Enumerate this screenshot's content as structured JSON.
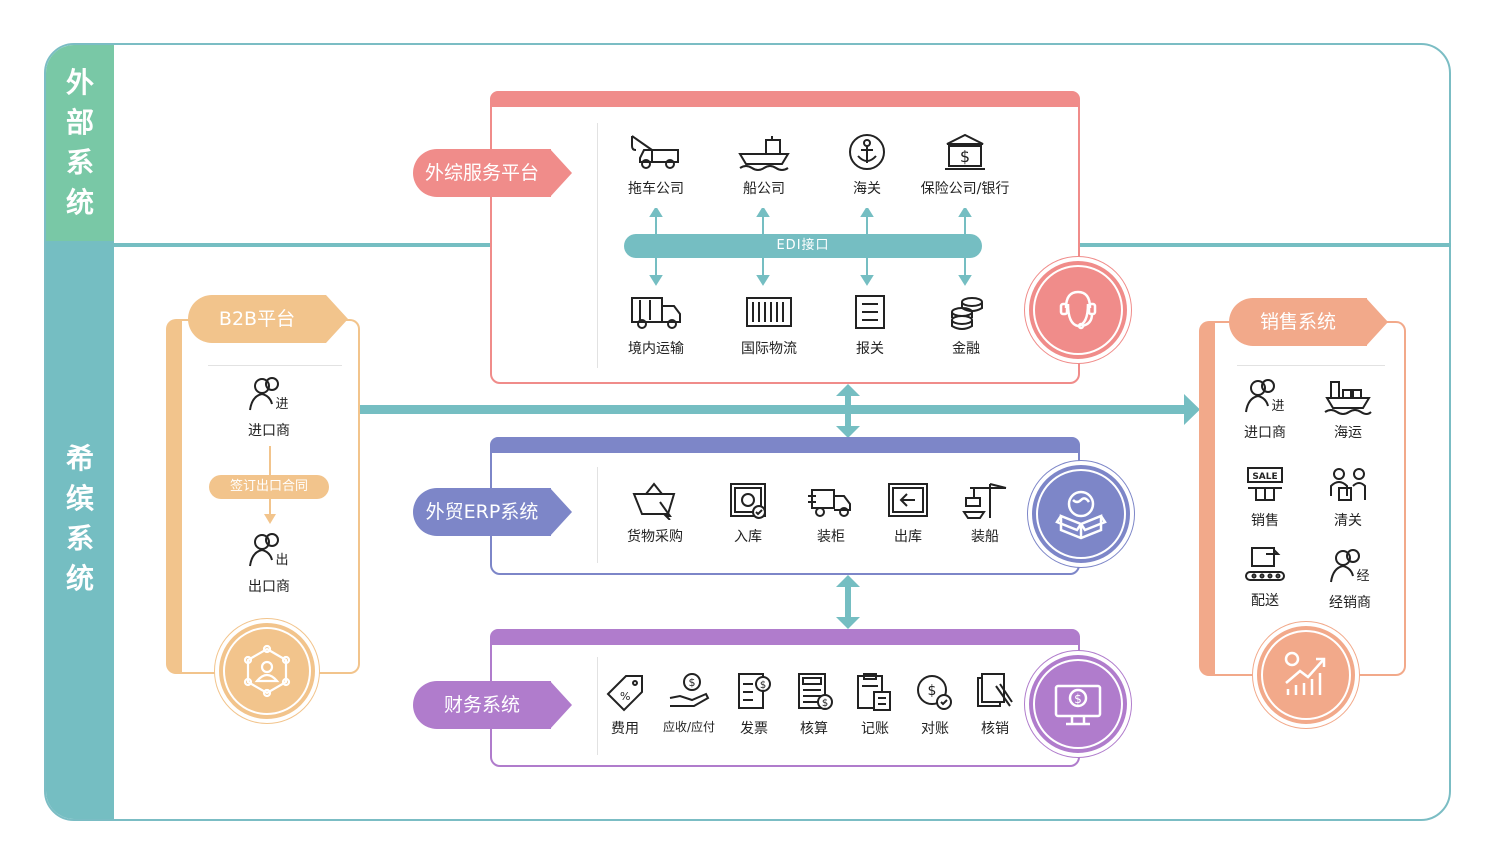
{
  "side_labels": {
    "external": [
      "外",
      "部",
      "系",
      "统"
    ],
    "internal": [
      "希",
      "缤",
      "系",
      "统"
    ]
  },
  "external_panel": {
    "tag": "外综服务平台",
    "top_items": [
      "拖车公司",
      "船公司",
      "海关",
      "保险公司/银行"
    ],
    "edi": "EDI接口",
    "bottom_items": [
      "境内运输",
      "国际物流",
      "报关",
      "金融"
    ]
  },
  "erp_panel": {
    "tag": "外贸ERP系统",
    "items": [
      "货物采购",
      "入库",
      "装柜",
      "出库",
      "装船"
    ]
  },
  "finance_panel": {
    "tag": "财务系统",
    "items": [
      "费用",
      "应收/应付",
      "发票",
      "核算",
      "记账",
      "对账",
      "核销"
    ]
  },
  "b2b_panel": {
    "title": "B2B平台",
    "importer": "进口商",
    "contract": "签订出口合同",
    "exporter": "出口商",
    "importer_badge": "进",
    "exporter_badge": "出"
  },
  "sales_panel": {
    "title": "销售系统",
    "items": [
      "进口商",
      "海运",
      "销售",
      "清关",
      "配送",
      "经销商"
    ],
    "importer_badge": "进",
    "dealer_badge": "经",
    "sale_sign": "SALE"
  },
  "colors": {
    "external": "#f08c8a",
    "erp": "#7d86c8",
    "finance": "#b07ccc",
    "b2b": "#f2c48c",
    "sales": "#f2a98a",
    "connector": "#75bec2",
    "external_column": "#79c8a6"
  }
}
